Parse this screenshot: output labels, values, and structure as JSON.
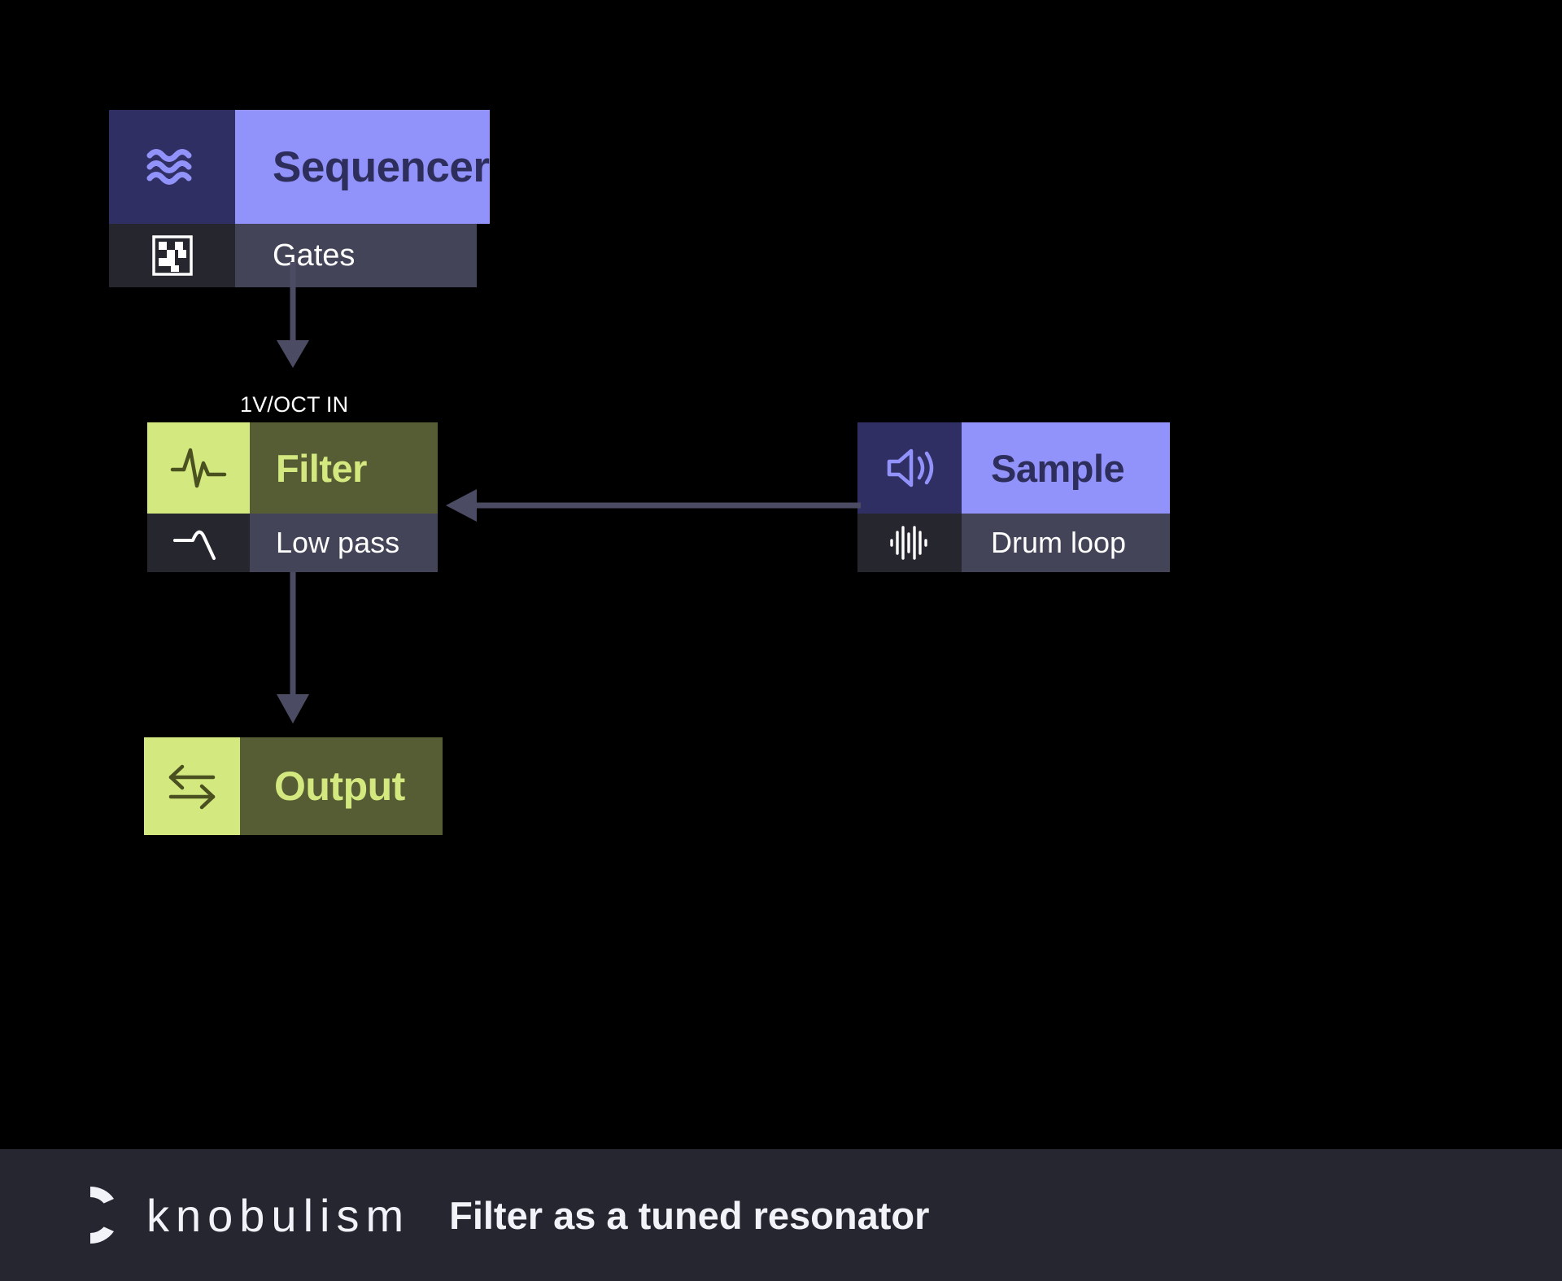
{
  "canvas": {
    "background": "#000000",
    "accent_purple": "#9292fb",
    "accent_purple_dark": "#2f2f63",
    "accent_green": "#d3e87f",
    "accent_green_dark": "#565c33",
    "sub_row_icon_bg": "#26262f",
    "sub_row_label_bg": "#434458",
    "connector_color": "#4b4c63",
    "footer_bg": "#262630"
  },
  "nodes": [
    {
      "id": "sequencer",
      "title": "Sequencer",
      "title_icon": "waves-icon",
      "subtitle": "Gates",
      "subtitle_icon": "grid-pattern-icon",
      "theme": "purple"
    },
    {
      "id": "filter",
      "title": "Filter",
      "title_icon": "pulse-waveform-icon",
      "subtitle": "Low pass",
      "subtitle_icon": "lowpass-curve-icon",
      "theme": "green"
    },
    {
      "id": "sample",
      "title": "Sample",
      "title_icon": "speaker-icon",
      "subtitle": "Drum loop",
      "subtitle_icon": "audio-bars-icon",
      "theme": "purple"
    },
    {
      "id": "output",
      "title": "Output",
      "title_icon": "exchange-arrows-icon",
      "subtitle": null,
      "subtitle_icon": null,
      "theme": "green"
    }
  ],
  "port_labels": [
    {
      "id": "1voct-in",
      "text": "1V/OCT IN"
    }
  ],
  "connectors": [
    {
      "id": "sequencer-to-filter",
      "from": "sequencer",
      "to": "filter",
      "direction": "down"
    },
    {
      "id": "sample-to-filter",
      "from": "sample",
      "to": "filter",
      "direction": "left"
    },
    {
      "id": "filter-to-output",
      "from": "filter",
      "to": "output",
      "direction": "down"
    }
  ],
  "footer": {
    "logo_icon": "knob-logo-icon",
    "brand": "knobulism",
    "caption": "Filter as a tuned resonator"
  }
}
